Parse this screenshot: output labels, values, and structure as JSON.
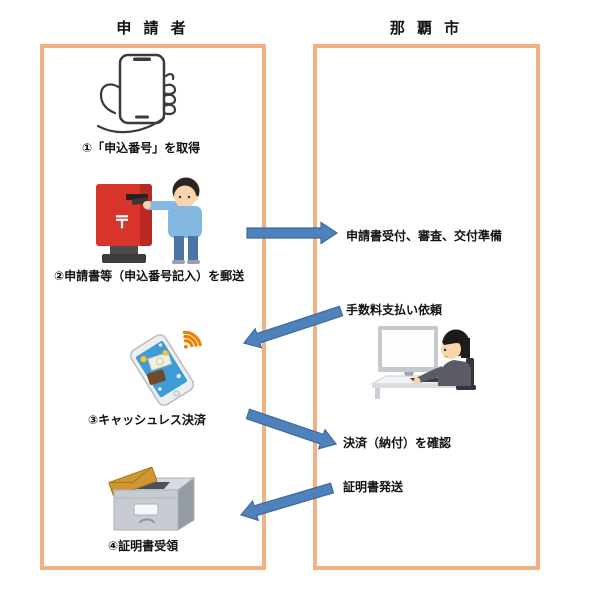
{
  "colors": {
    "box_border": "#F2B183",
    "arrow_fill": "#4F81BD",
    "arrow_stroke": "#3A6A9E"
  },
  "headers": {
    "applicant": "申 請 者",
    "city": "那 覇 市"
  },
  "applicant": {
    "steps": [
      {
        "label": "①「申込番号」を取得",
        "icon": "smartphone-in-hand-icon"
      },
      {
        "label": "②申請書等（申込番号記入）を郵送",
        "icon": "post-mailbox-mailing-icon"
      },
      {
        "label": "③キャッシュレス決済",
        "icon": "cashless-payment-phone-icon"
      },
      {
        "label": "④証明書受領",
        "icon": "mail-receiving-box-icon"
      }
    ]
  },
  "city": {
    "items": [
      {
        "label": "申請書受付、審査、交付準備"
      },
      {
        "label": "手数料支払い依頼"
      },
      {
        "label": "決済（納付）を確認"
      },
      {
        "label": "証明書発送"
      }
    ],
    "icon": "clerk-at-computer-icon"
  },
  "arrows": [
    {
      "id": "send-application",
      "from": "applicant",
      "to": "city",
      "direction": "right"
    },
    {
      "id": "request-payment",
      "from": "city",
      "to": "applicant",
      "direction": "left"
    },
    {
      "id": "confirm-payment",
      "from": "applicant",
      "to": "city",
      "direction": "right"
    },
    {
      "id": "send-certificate",
      "from": "city",
      "to": "applicant",
      "direction": "left"
    }
  ]
}
